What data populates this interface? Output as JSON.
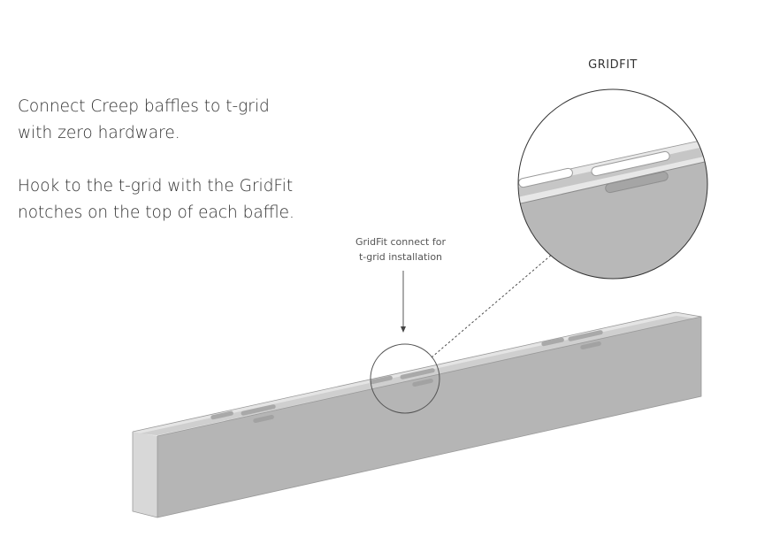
{
  "intro": {
    "paragraph_1_line_1": "Connect Creep baffles to t-grid",
    "paragraph_1_line_2": "with zero hardware.",
    "paragraph_2_line_1": "Hook to the t-grid with the GridFit",
    "paragraph_2_line_2": "notches on the top of each baffle."
  },
  "detail": {
    "title": "GRIDFIT"
  },
  "callout": {
    "line_1": "GridFit connect for",
    "line_2": "t-grid installation"
  },
  "colors": {
    "baffle_front": "#b5b5b5",
    "baffle_end": "#d6d6d6",
    "baffle_top": "#e3e3e3",
    "slot": "#a8a8a8",
    "outline": "#8a8a8a",
    "leader": "#444444"
  }
}
